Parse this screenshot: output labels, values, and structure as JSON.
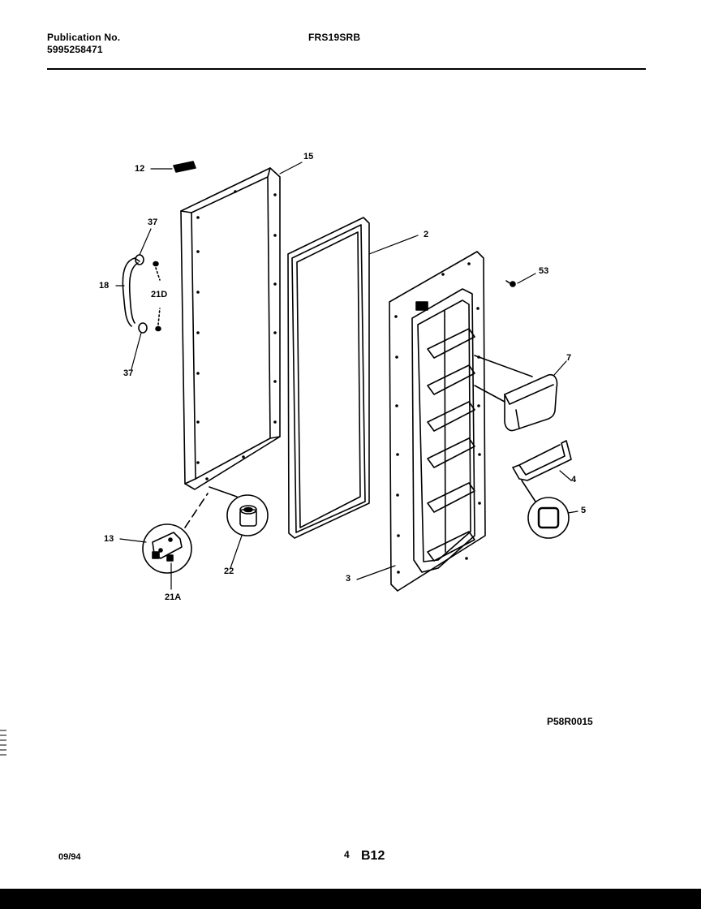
{
  "header": {
    "publication_label": "Publication No.",
    "publication_number": "5995258471",
    "model": "FRS19SRB"
  },
  "callouts": {
    "c12": "12",
    "c15": "15",
    "c2": "2",
    "c37_top": "37",
    "c37_bottom": "37",
    "c18": "18",
    "c21d": "21D",
    "c53": "53",
    "c7": "7",
    "c4": "4",
    "c5": "5",
    "c13": "13",
    "c22": "22",
    "c3": "3",
    "c21a": "21A"
  },
  "reference_code": "P58R0015",
  "footer": {
    "date": "09/94",
    "page_number": "4",
    "section": "B12"
  }
}
